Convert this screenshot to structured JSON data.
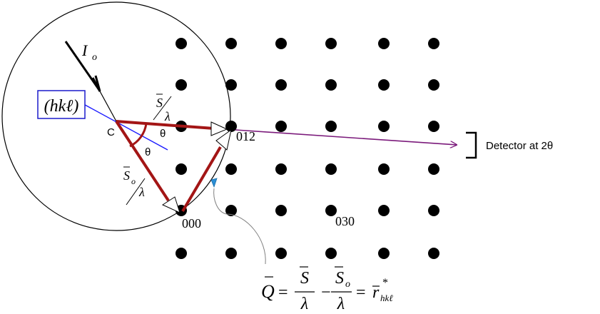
{
  "labels": {
    "incident_beam": "I",
    "incident_beam_sub": "o",
    "plane": "(hkℓ)",
    "center": "C",
    "theta_top": "θ",
    "theta_bottom": "θ",
    "scattered_vec": "S",
    "scattered_lambda": "λ",
    "incident_vec": "S",
    "incident_vec_sub": "o",
    "incident_lambda": "λ",
    "origin": "000",
    "point_012": "012",
    "point_030": "030",
    "detector": "Detector at 2θ"
  },
  "equation": {
    "Q": "Q",
    "eq1": "=",
    "S": "S",
    "lambda1": "λ",
    "minus": "−",
    "So": "S",
    "So_sub": "o",
    "lambda2": "λ",
    "eq2": "=",
    "r": "r",
    "r_sub": "hkℓ",
    "r_sup": "*"
  },
  "lattice": {
    "x": [
      254,
      324,
      394,
      464,
      538,
      608
    ],
    "y": [
      61,
      119,
      177,
      237,
      295,
      355
    ]
  },
  "colors": {
    "vector": "#a31515",
    "plane_line": "#1a1aff",
    "plane_box": "#1a1acc",
    "diffracted": "#7b1a7b",
    "lattice": "#000000",
    "q_arrow": "#2b8fd6"
  }
}
